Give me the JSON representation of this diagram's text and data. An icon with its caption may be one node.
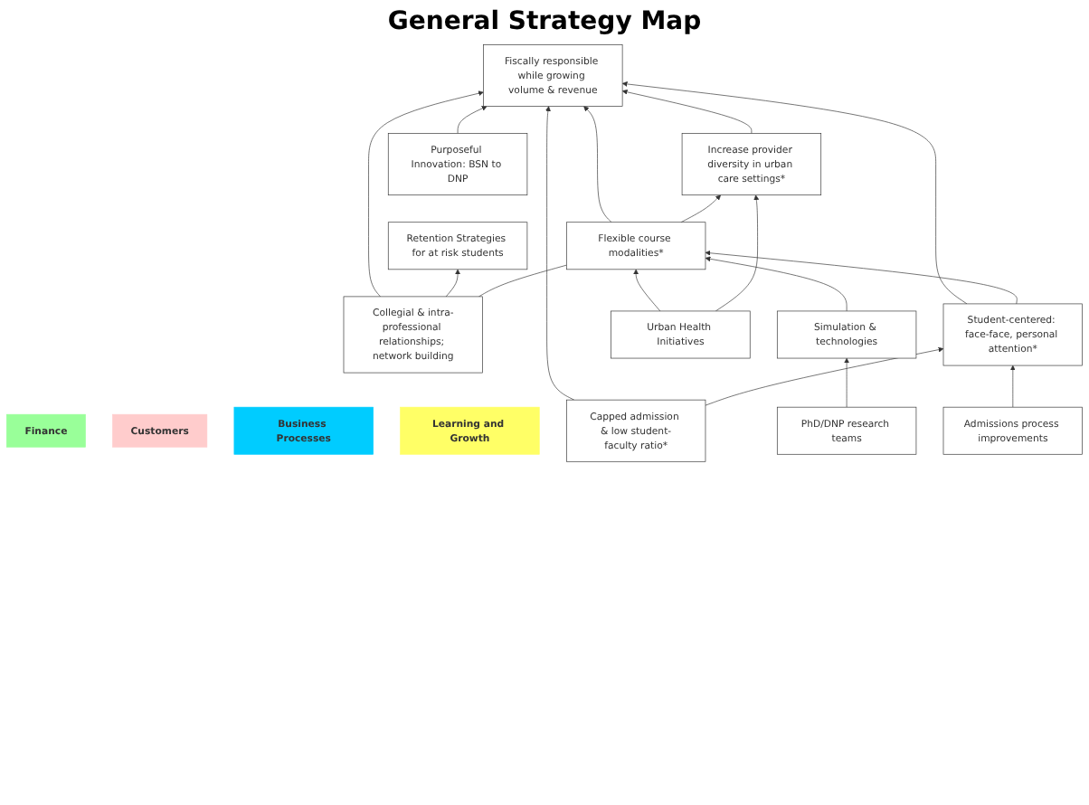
{
  "diagram": {
    "title": "General Strategy Map",
    "nodes": [
      {
        "text": [
          "Finance"
        ]
      },
      {
        "text": [
          "Customers"
        ]
      },
      {
        "text": [
          "Business Processes"
        ]
      },
      {
        "text": [
          "Learning and Growth"
        ]
      },
      {
        "text": [
          "Fiscally responsible while growing volume & revenue"
        ]
      },
      {
        "text": [
          "Capped admission & low student-faculty ratio*"
        ]
      },
      {
        "text": [
          "Increase provider diversity in urban care settings*"
        ]
      },
      {
        "text": [
          "Collegial & intra-professional relationships; network building"
        ]
      },
      {
        "text": [
          "Student-centered: face-face, personal attention*"
        ]
      },
      {
        "text": [
          "Purposeful Innovation: BSN to DNP"
        ]
      },
      {
        "text": [
          "Retention Strategies for at risk students"
        ]
      },
      {
        "text": [
          "Flexible course modalities*"
        ]
      },
      {
        "text": [
          "Simulation & technologies"
        ]
      },
      {
        "text": [
          "Urban Health Initiatives"
        ]
      },
      {
        "text": [
          "PhD/DNP research teams"
        ]
      },
      {
        "text": [
          "Admissions process improvements"
        ]
      }
    ],
    "edges": [
      {
        "from": 9,
        "to": 4,
        "arrow": "to"
      },
      {
        "from": 5,
        "to": 4,
        "arrow": "to"
      },
      {
        "from": 6,
        "to": 4,
        "arrow": "to"
      },
      {
        "from": 8,
        "to": 4,
        "arrow": "to"
      },
      {
        "from": 7,
        "to": 4,
        "arrow": "to"
      },
      {
        "from": 11,
        "to": 4,
        "arrow": "to"
      },
      {
        "from": 5,
        "to": 8,
        "arrow": "to"
      },
      {
        "from": 7,
        "to": 10,
        "arrow": "to"
      },
      {
        "from": 7,
        "to": 11,
        "arrow": "none"
      },
      {
        "from": 11,
        "to": 6,
        "arrow": "to"
      },
      {
        "from": 8,
        "to": 11,
        "arrow": "to"
      },
      {
        "from": 12,
        "to": 11,
        "arrow": "to"
      },
      {
        "from": 14,
        "to": 12,
        "arrow": "to"
      },
      {
        "from": 13,
        "to": 11,
        "arrow": "to"
      },
      {
        "from": 13,
        "to": 6,
        "arrow": "to"
      },
      {
        "from": 15,
        "to": 8,
        "arrow": "to"
      }
    ]
  }
}
